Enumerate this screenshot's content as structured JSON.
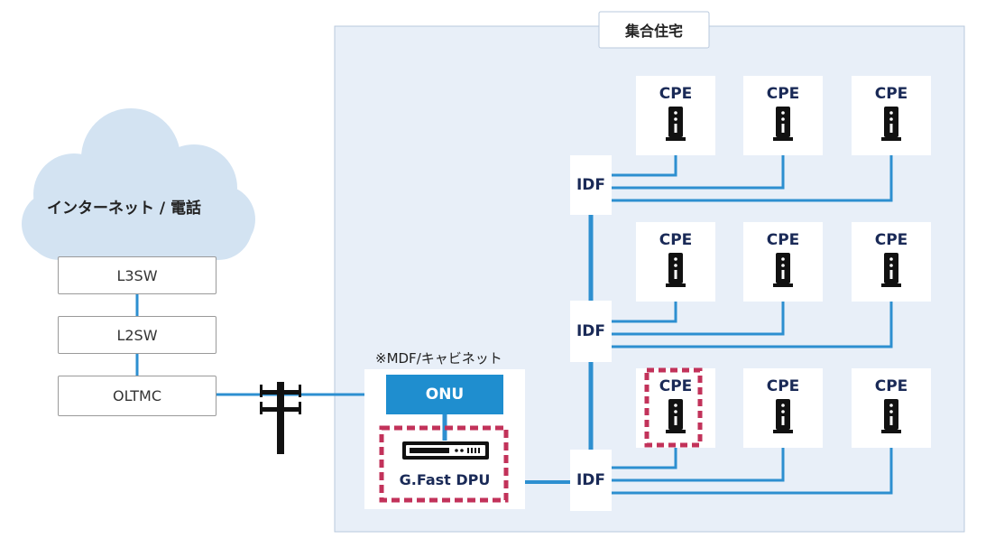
{
  "cloud_label": "インターネット / 電話",
  "switches": [
    "L3SW",
    "L2SW",
    "OLTMC"
  ],
  "building_label": "集合住宅",
  "mdf_label": "※MDF/キャビネット",
  "onu_label": "ONU",
  "dpu_label": "G.Fast DPU",
  "idf_label": "IDF",
  "cpe_label": "CPE",
  "colors": {
    "line": "#2d8fd0",
    "onu": "#1f8ecf",
    "building_bg": "#e8eff8",
    "dashed": "#c2325a",
    "navy": "#1a2a57"
  }
}
